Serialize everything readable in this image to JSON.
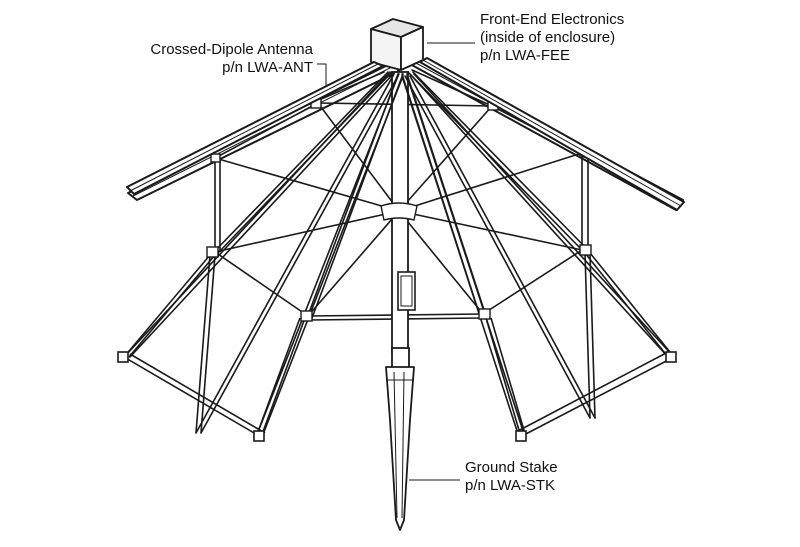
{
  "labels": {
    "antenna": {
      "line1": "Crossed-Dipole Antenna",
      "line2": "p/n LWA-ANT"
    },
    "front_end": {
      "line1": "Front-End Electronics",
      "line2": "(inside of enclosure)",
      "line3": "p/n LWA-FEE"
    },
    "stake": {
      "line1": "Ground Stake",
      "line2": "p/n LWA-STK"
    }
  },
  "colors": {
    "line": "#1a1a1a",
    "fill": "#ffffff",
    "box_top": "#e6e6e6",
    "box_side": "#f4f4f4"
  }
}
